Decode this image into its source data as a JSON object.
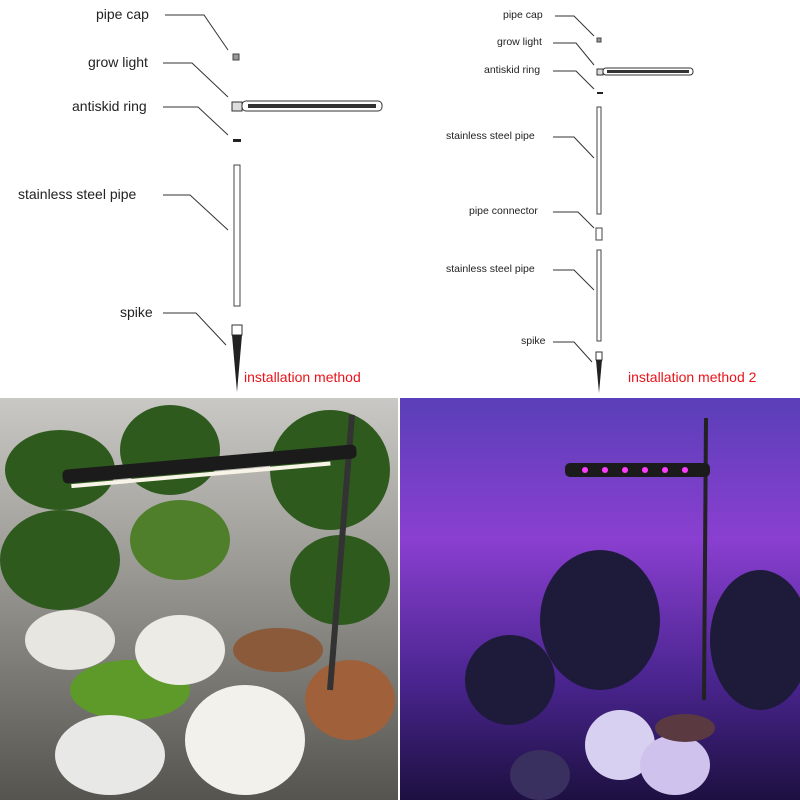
{
  "method1": {
    "labels": {
      "pipe_cap": "pipe cap",
      "grow_light": "grow light",
      "antiskid_ring": "antiskid ring",
      "stainless_steel_pipe": "stainless steel pipe",
      "spike": "spike"
    },
    "caption": "installation method"
  },
  "method2": {
    "labels": {
      "pipe_cap": "pipe cap",
      "grow_light": "grow light",
      "antiskid_ring": "antiskid ring",
      "stainless_steel_pipe_upper": "stainless steel pipe",
      "pipe_connector": "pipe connector",
      "stainless_steel_pipe_lower": "stainless steel pipe",
      "spike": "spike"
    },
    "caption": "installation method 2"
  },
  "colors": {
    "caption": "#e8141b",
    "white_light_scene": "#8a8a86",
    "purple_light_scene": "#6a2fb0"
  },
  "photos": {
    "left": "grow-light-white-mode-photo",
    "right": "grow-light-purple-mode-photo"
  }
}
